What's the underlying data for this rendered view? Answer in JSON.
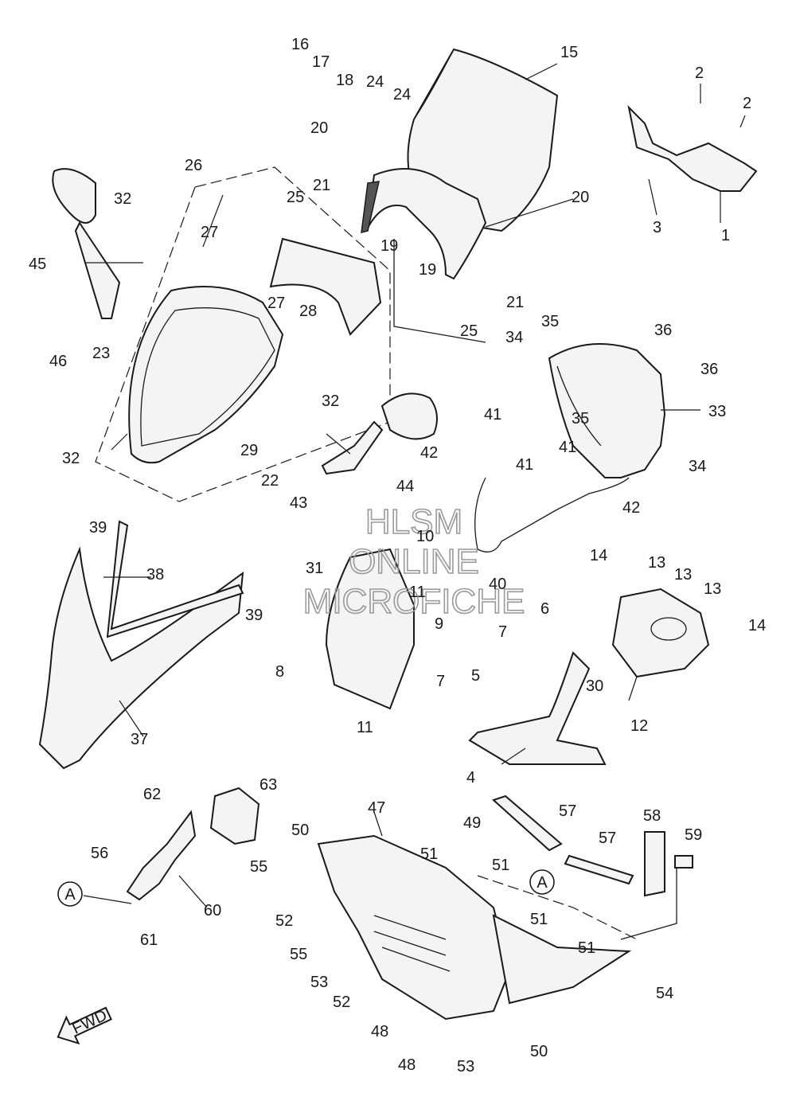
{
  "watermark": {
    "line1": "HLSM",
    "line2": "ONLINE",
    "line3": "MICROFICHE"
  },
  "fwd_label": "FWD",
  "reference_marker": "A",
  "callouts": [
    {
      "id": "c1",
      "num": "1"
    },
    {
      "id": "c2a",
      "num": "2"
    },
    {
      "id": "c2b",
      "num": "2"
    },
    {
      "id": "c3",
      "num": "3"
    },
    {
      "id": "c4",
      "num": "4"
    },
    {
      "id": "c5",
      "num": "5"
    },
    {
      "id": "c6",
      "num": "6"
    },
    {
      "id": "c7a",
      "num": "7"
    },
    {
      "id": "c7b",
      "num": "7"
    },
    {
      "id": "c8",
      "num": "8"
    },
    {
      "id": "c9",
      "num": "9"
    },
    {
      "id": "c10",
      "num": "10"
    },
    {
      "id": "c11a",
      "num": "11"
    },
    {
      "id": "c11b",
      "num": "11"
    },
    {
      "id": "c12",
      "num": "12"
    },
    {
      "id": "c13a",
      "num": "13"
    },
    {
      "id": "c13b",
      "num": "13"
    },
    {
      "id": "c13c",
      "num": "13"
    },
    {
      "id": "c14a",
      "num": "14"
    },
    {
      "id": "c14b",
      "num": "14"
    },
    {
      "id": "c15",
      "num": "15"
    },
    {
      "id": "c16",
      "num": "16"
    },
    {
      "id": "c17",
      "num": "17"
    },
    {
      "id": "c18",
      "num": "18"
    },
    {
      "id": "c19a",
      "num": "19"
    },
    {
      "id": "c19b",
      "num": "19"
    },
    {
      "id": "c20a",
      "num": "20"
    },
    {
      "id": "c20b",
      "num": "20"
    },
    {
      "id": "c21a",
      "num": "21"
    },
    {
      "id": "c21b",
      "num": "21"
    },
    {
      "id": "c22",
      "num": "22"
    },
    {
      "id": "c23",
      "num": "23"
    },
    {
      "id": "c24a",
      "num": "24"
    },
    {
      "id": "c24b",
      "num": "24"
    },
    {
      "id": "c25a",
      "num": "25"
    },
    {
      "id": "c25b",
      "num": "25"
    },
    {
      "id": "c26",
      "num": "26"
    },
    {
      "id": "c27a",
      "num": "27"
    },
    {
      "id": "c27b",
      "num": "27"
    },
    {
      "id": "c28",
      "num": "28"
    },
    {
      "id": "c29",
      "num": "29"
    },
    {
      "id": "c30",
      "num": "30"
    },
    {
      "id": "c31",
      "num": "31"
    },
    {
      "id": "c32a",
      "num": "32"
    },
    {
      "id": "c32b",
      "num": "32"
    },
    {
      "id": "c32c",
      "num": "32"
    },
    {
      "id": "c33",
      "num": "33"
    },
    {
      "id": "c34a",
      "num": "34"
    },
    {
      "id": "c34b",
      "num": "34"
    },
    {
      "id": "c35a",
      "num": "35"
    },
    {
      "id": "c35b",
      "num": "35"
    },
    {
      "id": "c36a",
      "num": "36"
    },
    {
      "id": "c36b",
      "num": "36"
    },
    {
      "id": "c37",
      "num": "37"
    },
    {
      "id": "c38",
      "num": "38"
    },
    {
      "id": "c39a",
      "num": "39"
    },
    {
      "id": "c39b",
      "num": "39"
    },
    {
      "id": "c40",
      "num": "40"
    },
    {
      "id": "c41a",
      "num": "41"
    },
    {
      "id": "c41b",
      "num": "41"
    },
    {
      "id": "c41c",
      "num": "41"
    },
    {
      "id": "c42a",
      "num": "42"
    },
    {
      "id": "c42b",
      "num": "42"
    },
    {
      "id": "c43",
      "num": "43"
    },
    {
      "id": "c44",
      "num": "44"
    },
    {
      "id": "c45",
      "num": "45"
    },
    {
      "id": "c46",
      "num": "46"
    },
    {
      "id": "c47",
      "num": "47"
    },
    {
      "id": "c48a",
      "num": "48"
    },
    {
      "id": "c48b",
      "num": "48"
    },
    {
      "id": "c49",
      "num": "49"
    },
    {
      "id": "c50a",
      "num": "50"
    },
    {
      "id": "c50b",
      "num": "50"
    },
    {
      "id": "c51a",
      "num": "51"
    },
    {
      "id": "c51b",
      "num": "51"
    },
    {
      "id": "c51c",
      "num": "51"
    },
    {
      "id": "c51d",
      "num": "51"
    },
    {
      "id": "c52a",
      "num": "52"
    },
    {
      "id": "c52b",
      "num": "52"
    },
    {
      "id": "c53a",
      "num": "53"
    },
    {
      "id": "c53b",
      "num": "53"
    },
    {
      "id": "c54",
      "num": "54"
    },
    {
      "id": "c55a",
      "num": "55"
    },
    {
      "id": "c55b",
      "num": "55"
    },
    {
      "id": "c56",
      "num": "56"
    },
    {
      "id": "c57a",
      "num": "57"
    },
    {
      "id": "c57b",
      "num": "57"
    },
    {
      "id": "c58",
      "num": "58"
    },
    {
      "id": "c59",
      "num": "59"
    },
    {
      "id": "c60",
      "num": "60"
    },
    {
      "id": "c61",
      "num": "61"
    },
    {
      "id": "c62",
      "num": "62"
    },
    {
      "id": "c63",
      "num": "63"
    }
  ]
}
